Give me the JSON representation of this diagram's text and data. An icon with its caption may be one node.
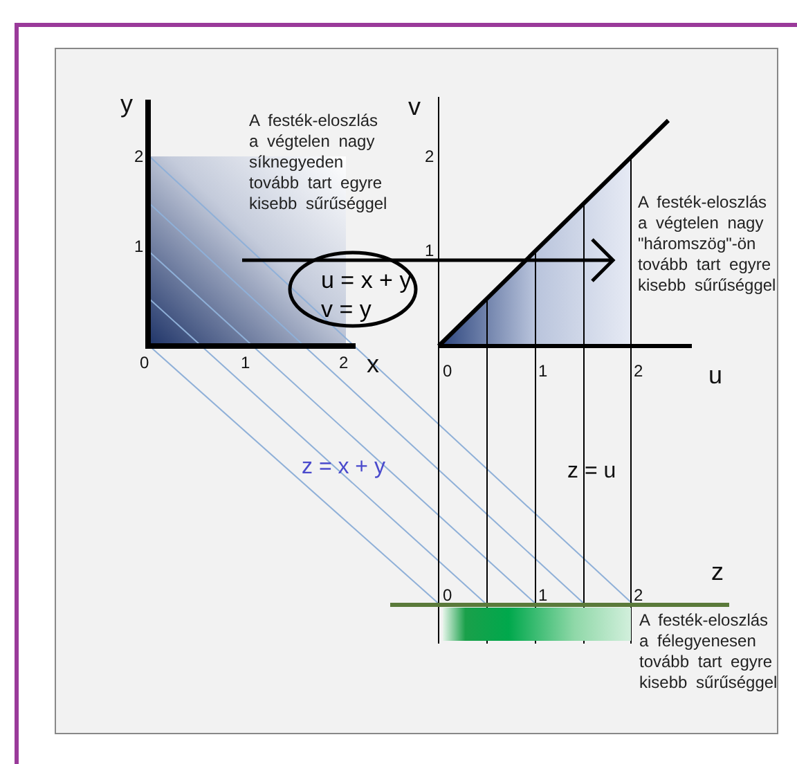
{
  "diagram": {
    "nodes": [
      {
        "text": [
          "u = x + y",
          "v = y"
        ]
      }
    ],
    "labels": [
      "y",
      "2",
      "1",
      "0",
      "1",
      "2",
      "x",
      "A festék-eloszlás a végtelen nagy síknegyeden tovább tart egyre kisebb sűrűséggel",
      "v",
      "2",
      "1",
      "0",
      "1",
      "2",
      "u",
      "A festék-eloszlás a végtelen nagy \"háromszög\"-ön tovább tart egyre kisebb sűrűséggel",
      "z = x + y",
      "z = u",
      "z",
      "0",
      "1",
      "2",
      "A festék-eloszlás a félegyenesen tovább tart egyre kisebb sűrűséggel"
    ]
  }
}
